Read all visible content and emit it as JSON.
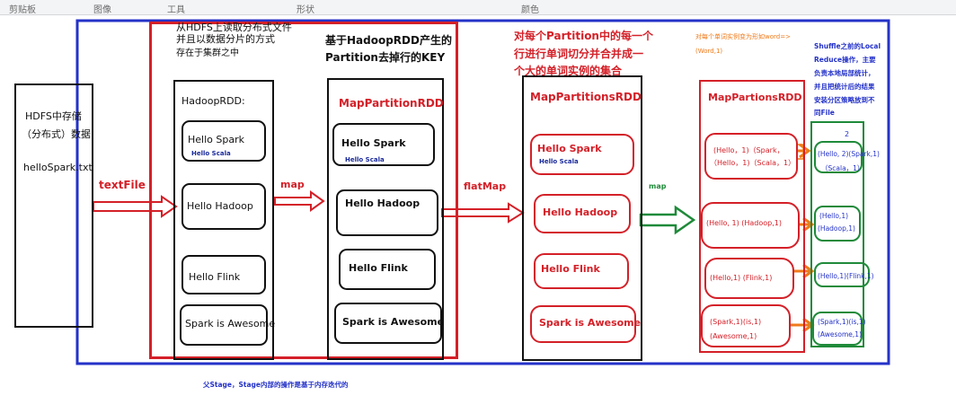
{
  "ribbon": {
    "clipboard": "剪贴板",
    "image": "图像",
    "tools": "工具",
    "shapes": "形状",
    "colors": "颜色"
  },
  "hdfs": {
    "line1": "HDFS中存储",
    "line2": "（分布式）数据",
    "file": "helloSpark.txt"
  },
  "ops": {
    "textfile": "textFile",
    "map1": "map",
    "flatmap": "flatMap",
    "map2": "map"
  },
  "stage1": {
    "note1": "从HDFS上读取分布式文件",
    "note2": "并且以数据分片的方式",
    "note3": "存在于集群之中",
    "hadooprdd": {
      "title": "HadoopRDD:",
      "items": [
        "Hello Spark",
        "Hello Hadoop",
        "Hello Flink",
        "Spark is Awesome"
      ],
      "sub": "Hello Scala"
    },
    "heading1": "基于HadoopRDD产生的",
    "heading2": "Partition去掉行的KEY",
    "mappartition": {
      "title": "MapPartitionRDD",
      "items": [
        "Hello Spark",
        "Hello Hadoop",
        "Hello Flink",
        "Spark is Awesome"
      ],
      "sub": "Hello Scala"
    }
  },
  "flat": {
    "note1": "对每个Partition中的每一个",
    "note2": "行进行单词切分并合并成一",
    "note3": "个大的单词实例的集合",
    "title": "MapPartitionsRDD",
    "items": [
      "Hello Spark",
      "Hello Hadoop",
      "Hello Flink",
      "Spark is Awesome"
    ],
    "sub": "Hello Scala"
  },
  "pairs": {
    "note1": "对每个单词实例变为形如word=>",
    "note2": "(Word,1)",
    "title": "MapPartionsRDD",
    "items": [
      [
        "(Hello，1)（Spark，",
        "（Hello，1)（Scala，1）"
      ],
      [
        "(Hello, 1) (Hadoop,1)"
      ],
      [
        "(Hello,1) (Flink,1)"
      ],
      [
        "(Spark,1)(is,1)",
        "(Awesome,1)"
      ]
    ]
  },
  "shuffle": {
    "note": [
      "Shuffle之前的Local",
      "Reduce操作，主要",
      "负责本地局部统计，",
      "并且把统计后的结果",
      "安装分区策略放到不",
      "同File"
    ],
    "items": [
      [
        "(Hello, 2)(Spark,1)",
        "（Scala，1）"
      ],
      [
        "(Hello,1)",
        "(Hadoop,1)"
      ],
      [
        "(Hello,1)(Flink,1)"
      ],
      [
        "(Spark,1)(is,1)",
        "(Awesome,1)"
      ]
    ],
    "mark": "2"
  },
  "footer": "父Stage，Stage内部的操作是基于内存迭代的",
  "colors": {
    "red": "#d42028",
    "blue": "#2432c8",
    "green": "#1f8a3a",
    "orange": "#ef7a1a",
    "navy": "#1a2a9a"
  }
}
